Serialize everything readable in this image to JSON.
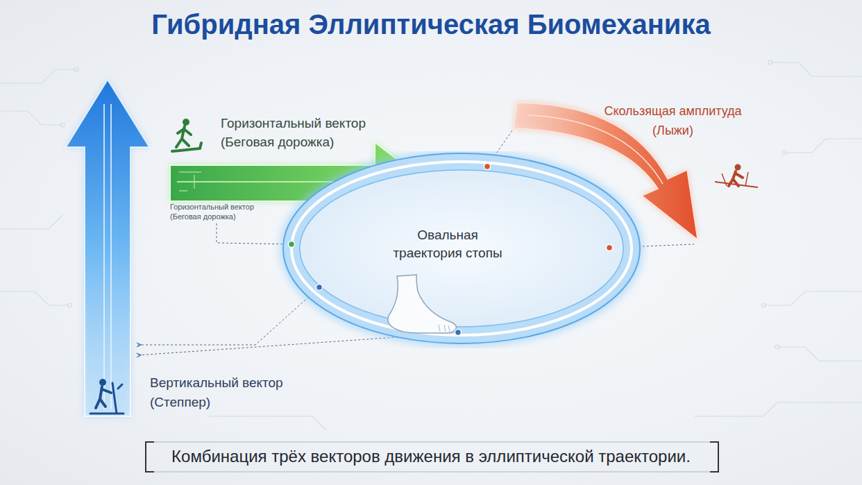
{
  "diagram": {
    "title": "Гибридная Эллиптическая Биомеханика",
    "caption": "Комбинация трёх векторов движения в эллиптической траектории.",
    "nodes": [
      {
        "text": [
          "Овальная траектория стопы"
        ]
      }
    ],
    "labels": [
      "Горизонтальный вектор (Беговая дорожка)",
      "Скользящая амплитуда (Лыжи)",
      "Горизонтальный вектор (Беговая дорожка)",
      "Вертикальный вектор (Степпер)"
    ]
  }
}
